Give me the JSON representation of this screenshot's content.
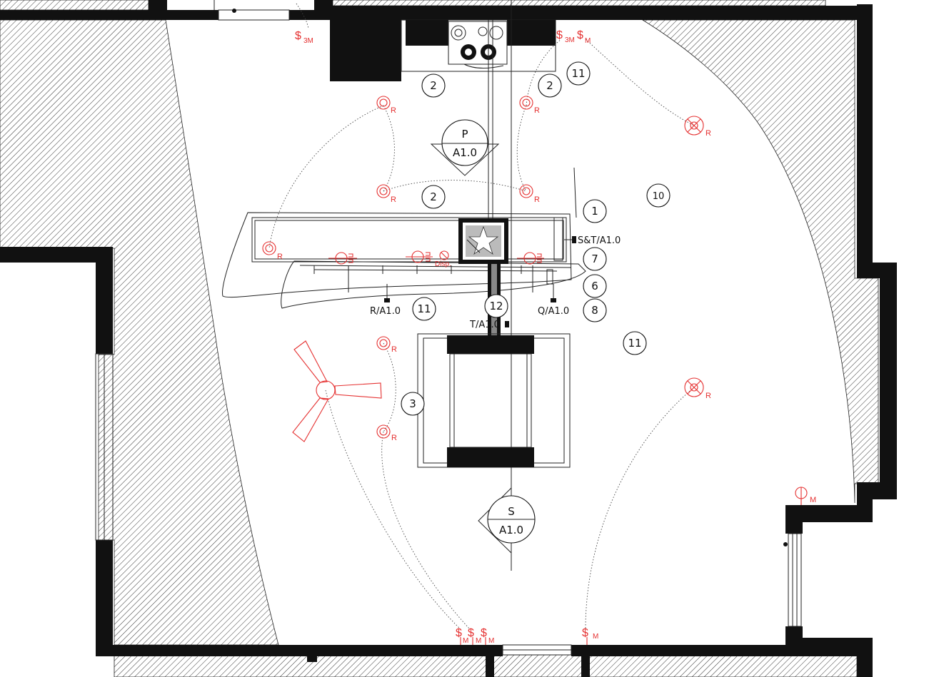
{
  "plan": {
    "area_tags": [
      {
        "id": "tag-2-top-left",
        "label": "2"
      },
      {
        "id": "tag-2-top-right",
        "label": "2"
      },
      {
        "id": "tag-11-top",
        "label": "11"
      },
      {
        "id": "tag-2-mid",
        "label": "2"
      },
      {
        "id": "tag-10",
        "label": "10"
      },
      {
        "id": "tag-1",
        "label": "1"
      },
      {
        "id": "tag-7",
        "label": "7"
      },
      {
        "id": "tag-6",
        "label": "6"
      },
      {
        "id": "tag-8",
        "label": "8"
      },
      {
        "id": "tag-11-left",
        "label": "11"
      },
      {
        "id": "tag-12",
        "label": "12"
      },
      {
        "id": "tag-11-right",
        "label": "11"
      },
      {
        "id": "tag-3",
        "label": "3"
      }
    ],
    "section_markers": [
      {
        "letter": "P",
        "sheet": "A1.0"
      },
      {
        "letter": "S",
        "sheet": "A1.0"
      }
    ],
    "elevation_refs": {
      "r": "R/A1.0",
      "q": "Q/A1.0",
      "t": "T/A1.0",
      "st": "S&T/A1.0"
    },
    "fixtures": {
      "recessed_label": "R",
      "disposal_label": "Disp.",
      "motion_label": "M",
      "switch_glyph": "$",
      "switch_3m_sub": "3M"
    },
    "colors": {
      "electrical": "#e53030",
      "linework": "#111111",
      "background": "#ffffff"
    }
  }
}
